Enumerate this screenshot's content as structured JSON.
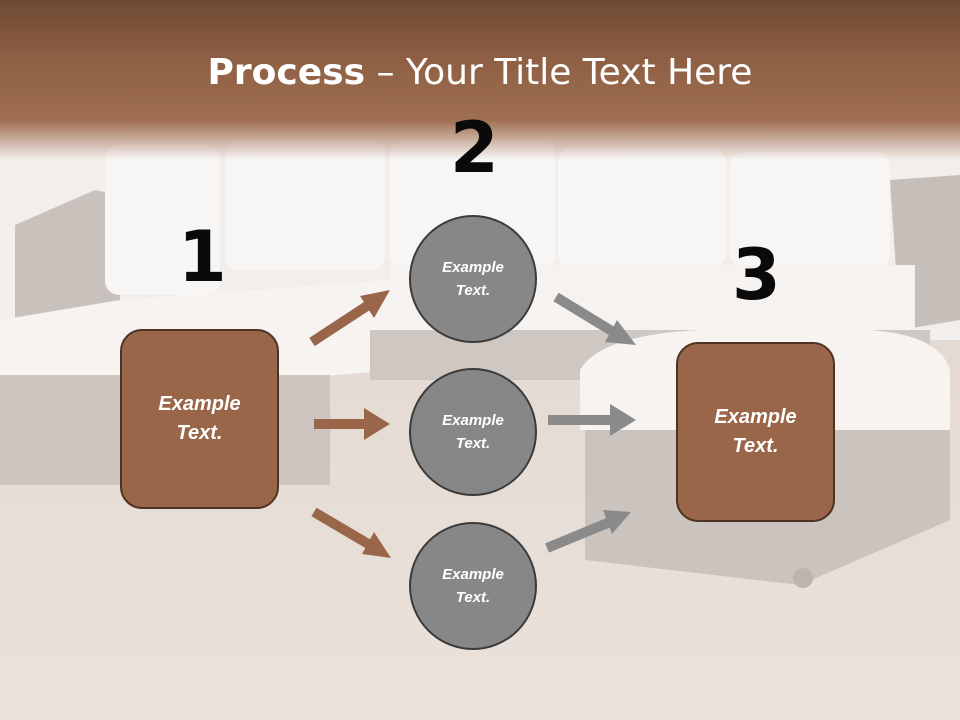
{
  "title": {
    "bold": "Process",
    "separator": " – ",
    "rest": "Your Title Text Here"
  },
  "colors": {
    "header": "#8d5e43",
    "box_fill": "#9a6649",
    "circle_fill": "#878787",
    "left_arrow": "#9a6649",
    "right_arrow": "#8a8a8a"
  },
  "steps": {
    "one": {
      "number": "1",
      "text": "Example\nText."
    },
    "two": {
      "number": "2"
    },
    "three": {
      "number": "3",
      "text": "Example\nText."
    }
  },
  "circles": [
    {
      "text": "Example\nText."
    },
    {
      "text": "Example\nText."
    },
    {
      "text": "Example\nText."
    }
  ]
}
